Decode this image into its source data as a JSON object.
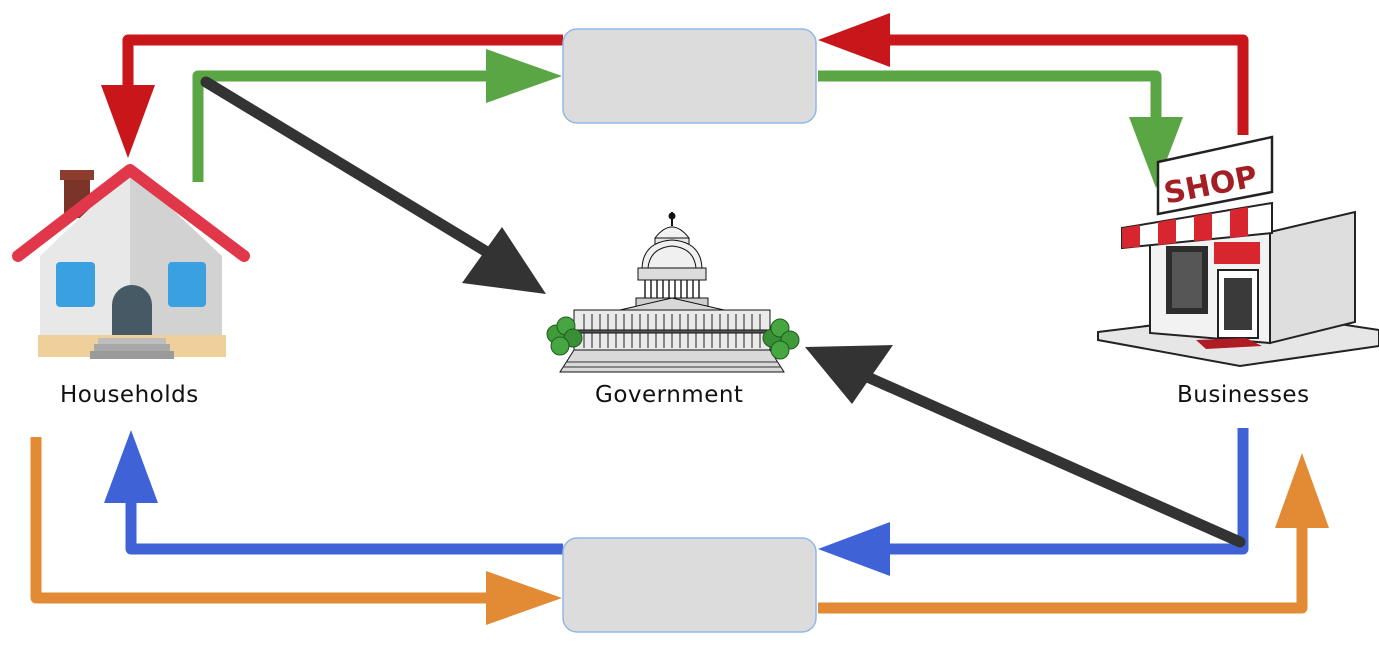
{
  "nodes": {
    "households": {
      "label": "Households",
      "icon": "house-icon"
    },
    "government": {
      "label": "Government",
      "icon": "capitol-building-icon"
    },
    "businesses": {
      "label": "Businesses",
      "icon": "shop-icon",
      "sign_text": "SHOP"
    }
  },
  "markets": {
    "top": {
      "label": ""
    },
    "bottom": {
      "label": ""
    }
  },
  "colors": {
    "red_flow": "#c8161b",
    "green_flow": "#5aa644",
    "blue_flow": "#3f63d6",
    "orange_flow": "#e38a35",
    "government_flow": "#333333",
    "market_fill": "#dcdcdc",
    "market_border": "#8fb8e6"
  }
}
